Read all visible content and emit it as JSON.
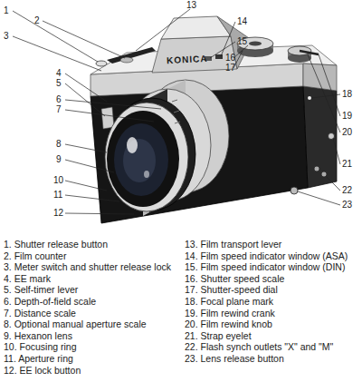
{
  "diagram": {
    "labels": [
      "1",
      "2",
      "3",
      "4",
      "5",
      "6",
      "7",
      "8",
      "9",
      "10",
      "11",
      "12",
      "13",
      "14",
      "15",
      "16",
      "17",
      "18",
      "19",
      "20",
      "21",
      "22",
      "23",
      "KONICA",
      "1. Shutter release button",
      "2. Film counter",
      "3. Meter switch and shutter release lock",
      "4. EE mark",
      "5. Self-timer lever",
      "6. Depth-of-field scale",
      "7. Distance scale",
      "8. Optional manual aperture scale",
      "9. Hexanon lens",
      "10. Focusing ring",
      "11. Aperture ring",
      "12. EE lock button",
      "13. Film transport lever",
      "14. Film speed indicator window (ASA)",
      "15. Film speed indicator window (DIN)",
      "16. Shutter speed scale",
      "17. Shutter-speed dial",
      "18. Focal plane mark",
      "19. Film rewind crank",
      "20. Film rewind knob",
      "21. Strap eyelet",
      "22. Flash synch outlets \"X\" and \"M\"",
      "23. Lens release button"
    ]
  }
}
